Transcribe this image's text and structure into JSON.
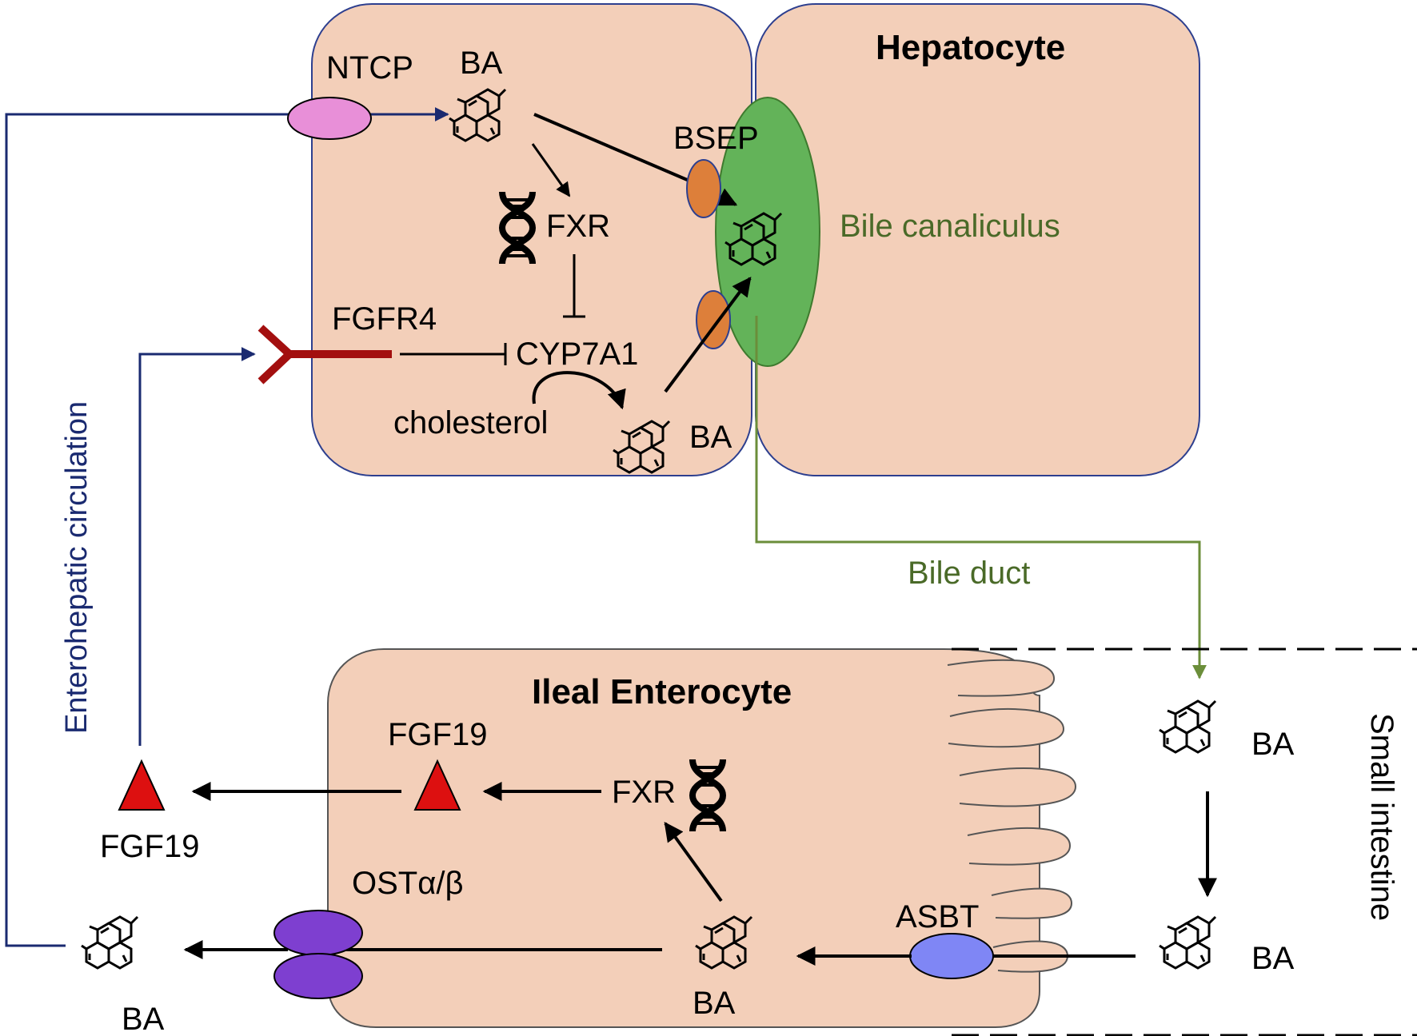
{
  "colors": {
    "cell_fill": "#f3cfb9",
    "cell_stroke_hepatocyte": "#2d3f8f",
    "cell_stroke_enterocyte": "#555555",
    "canaliculus": "#63b359",
    "canaliculus_stroke": "#3e7a2e",
    "ntcp": "#e88fd8",
    "bsep": "#dd7f3a",
    "fgfr4": "#a30f0f",
    "fgf19": "#dd1010",
    "ost": "#7e3fd0",
    "asbt": "#7f86f5",
    "circulation_line": "#1a2a70",
    "bile_line": "#6b8e3a"
  },
  "labels": {
    "hepatocyte": "Hepatocyte",
    "ntcp": "NTCP",
    "ba_top": "BA",
    "bsep": "BSEP",
    "fxr_liver": "FXR",
    "bile_canaliculus": "Bile canaliculus",
    "fgfr4": "FGFR4",
    "cyp7a1": "CYP7A1",
    "cholesterol": "cholesterol",
    "ba_synth": "BA",
    "bile_duct": "Bile duct",
    "enterohepatic": "Enterohepatic circulation",
    "ileal_enterocyte": "Ileal Enterocyte",
    "fgf19_cell": "FGF19",
    "fgf19_blood": "FGF19",
    "fxr_gut": "FXR",
    "ost": "OSTα/β",
    "asbt": "ASBT",
    "ba_lumen_top": "BA",
    "ba_lumen_bottom": "BA",
    "ba_cell": "BA",
    "ba_blood": "BA",
    "small_intestine": "Small intestine"
  },
  "icons": {
    "bile_acid": "bile-acid-ring-icon",
    "dna": "dna-helix-icon",
    "receptor": "y-receptor-icon",
    "ligand": "triangle-ligand-icon"
  }
}
